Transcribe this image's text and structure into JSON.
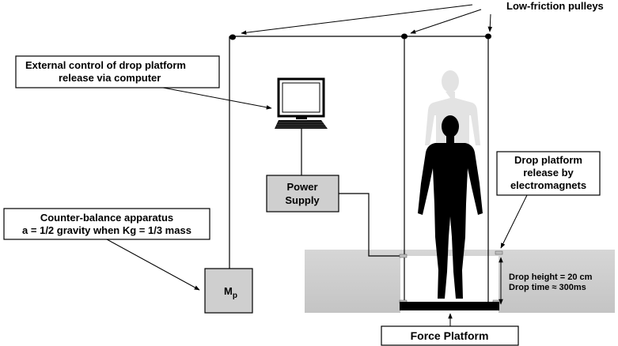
{
  "labels": {
    "pulleys": "Low-friction pulleys",
    "external_control_line1": "External control of drop platform",
    "external_control_line2": "release via computer",
    "power_line1": "Power",
    "power_line2": "Supply",
    "counter_line1": "Counter-balance apparatus",
    "counter_line2": "a = 1/2 gravity when Kg = 1/3 mass",
    "mass_main": "M",
    "mass_sub": "p",
    "release_line1": "Drop platform",
    "release_line2": "release by",
    "release_line3": "electromagnets",
    "drop_height": "Drop height = 20 cm",
    "drop_time": "Drop time ≈ 300ms",
    "force_platform": "Force Platform"
  },
  "colors": {
    "ground": "#d3d3d3",
    "box_fill": "#cfcfcf",
    "figure": "#000000",
    "figure_ghost": "#e3e3e3",
    "line": "#000000"
  },
  "icons": [
    "computer-monitor-icon",
    "keyboard-icon",
    "human-silhouette-icon",
    "pulley-icon"
  ]
}
